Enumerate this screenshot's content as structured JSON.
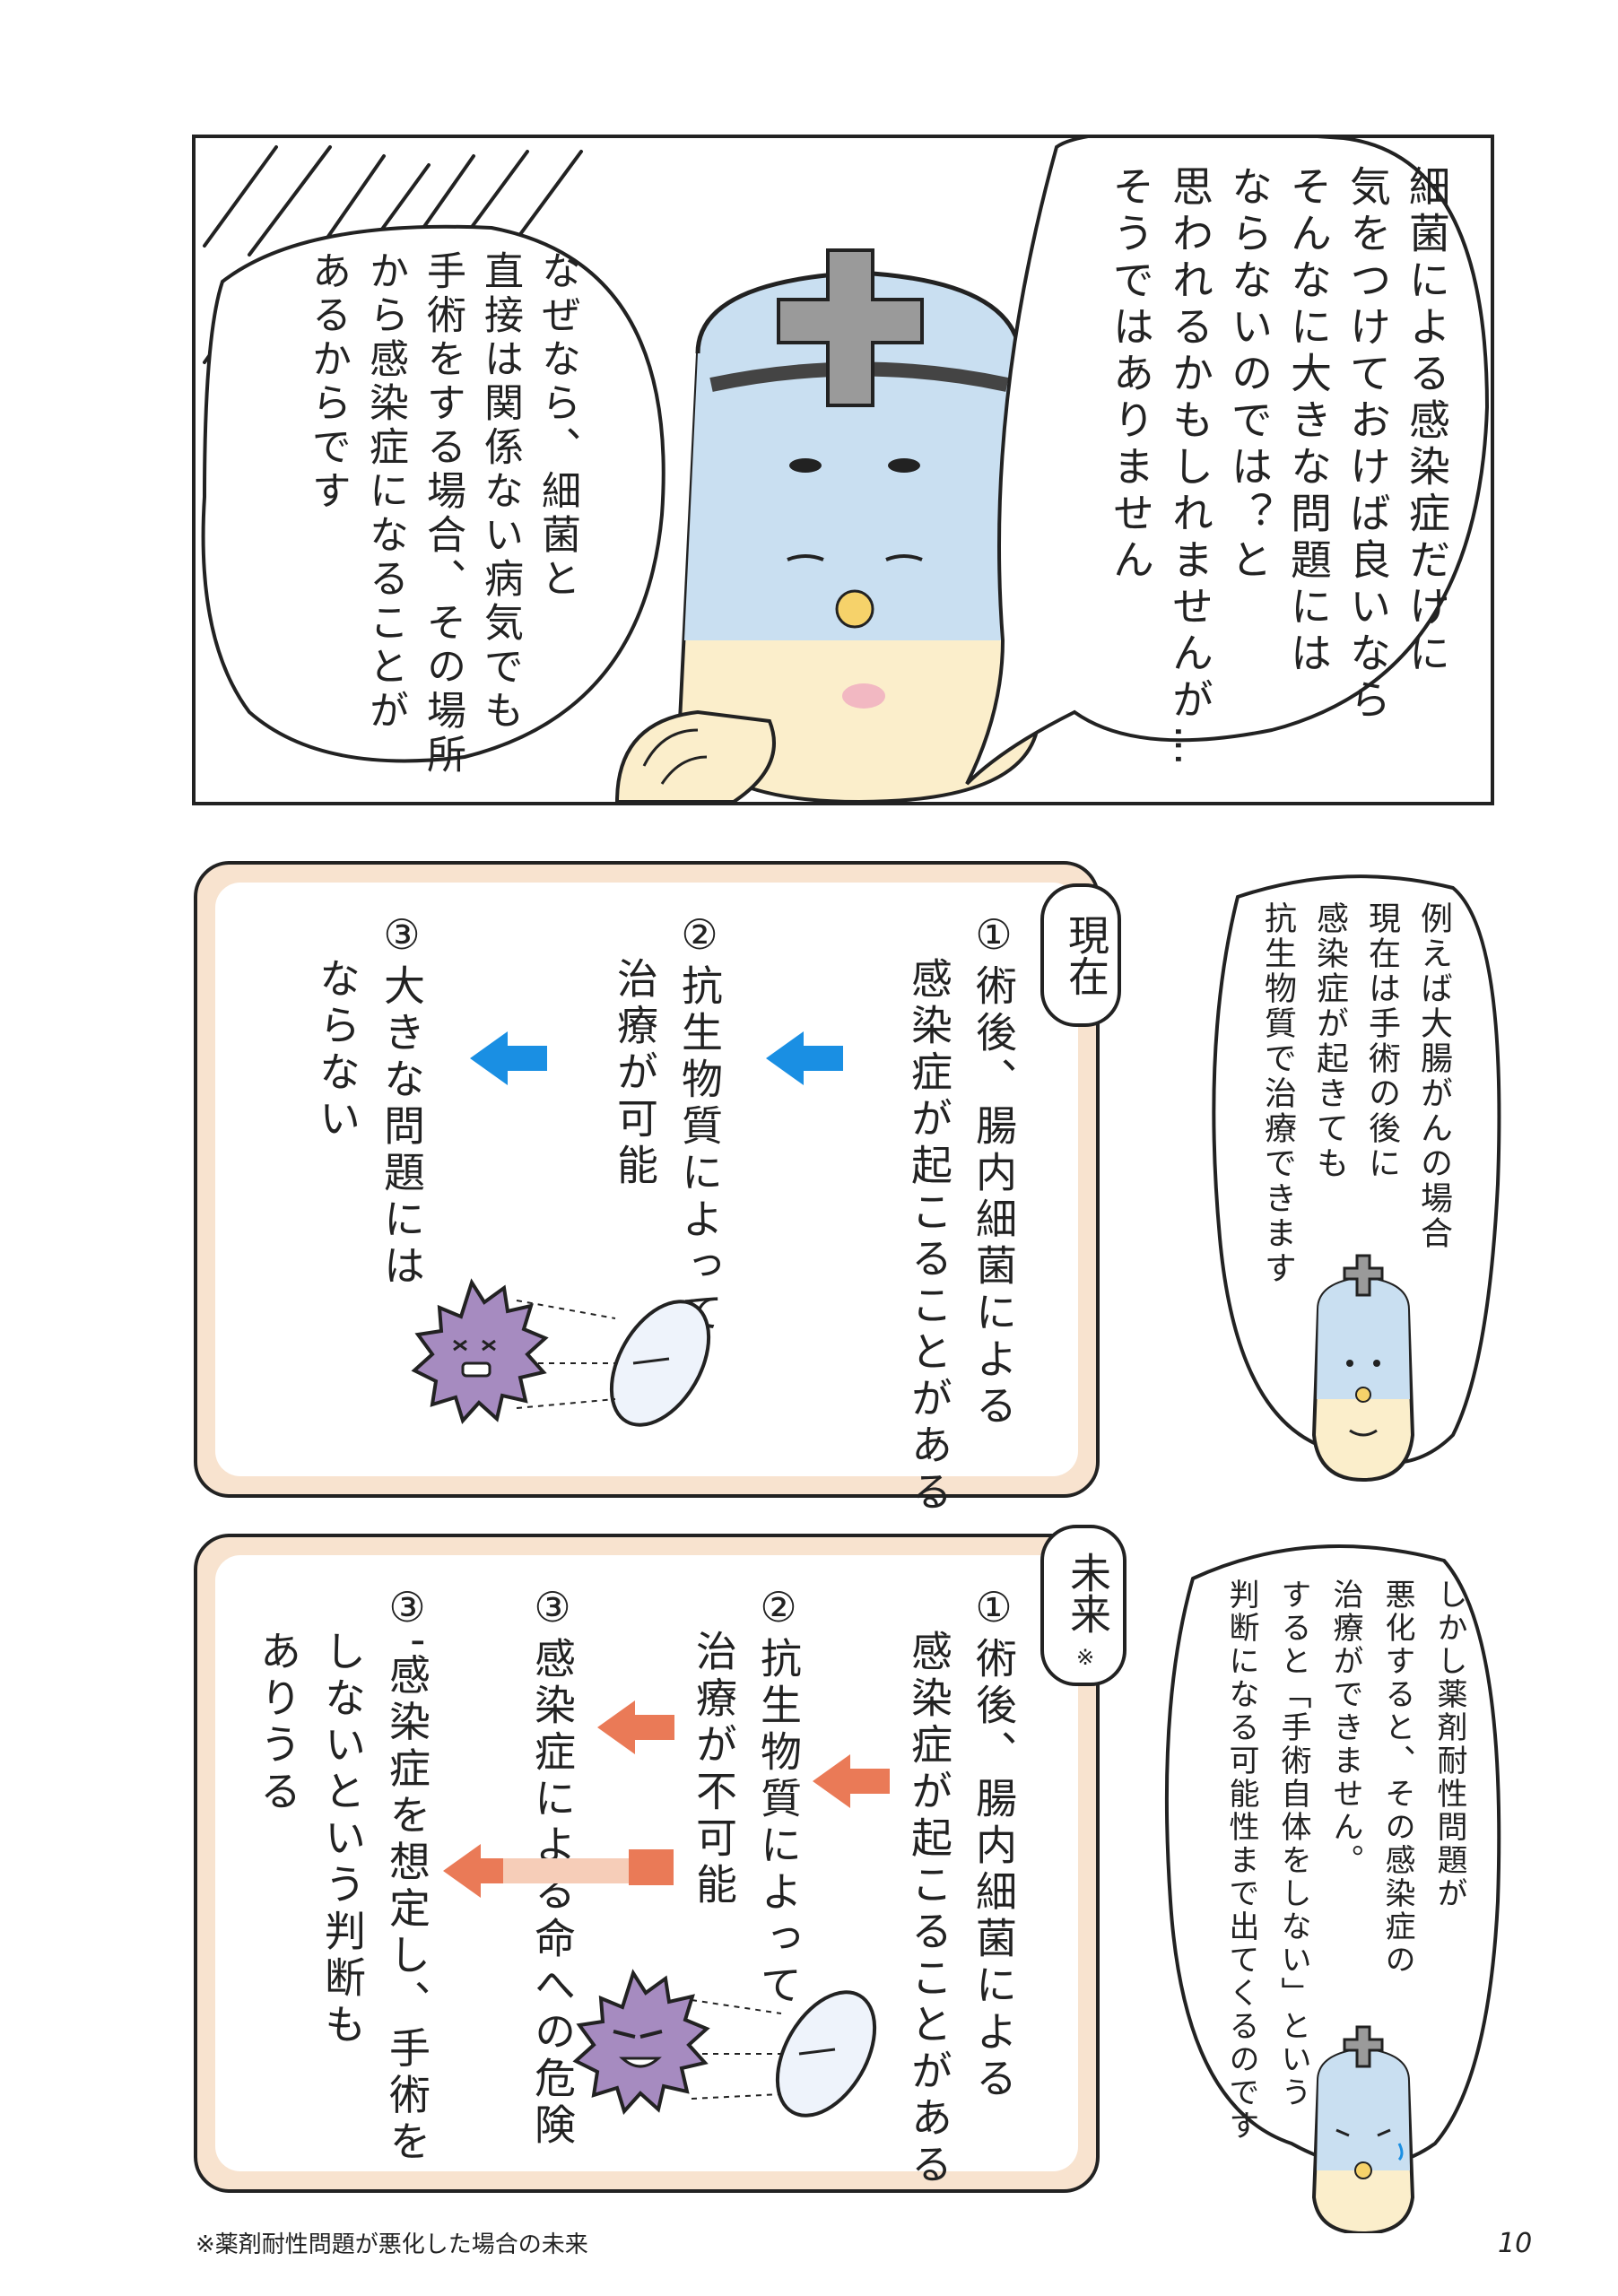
{
  "panel1": {
    "bubble_right": "細菌による感染症だけに\n気をつけておけば良いなら\nそんなに大きな問題には\nならないのでは？と\n思われるかもしれませんが…\nそうではありません",
    "bubble_left": "なぜなら、細菌と\n直接は関係ない病気でも\n手術をする場合、その場所\nから感染症になることが\nあるからです"
  },
  "panel2": {
    "tag": "現在",
    "step1": "①術後、腸内細菌による\n　感染症が起こることがある",
    "step2": "②抗生物質によって\n　治療が可能",
    "step3": "③大きな問題には\n　ならない",
    "arrow_color": "#1a8fe3",
    "bubble": "例えば大腸がんの場合\n現在は手術の後に\n感染症が起きても\n抗生物質で治療できます"
  },
  "panel3": {
    "tag": "未来",
    "tag_mark": "※",
    "step1": "①術後、腸内細菌による\n　感染症が起こることがある",
    "step2": "②抗生物質によって\n　治療が不可能",
    "step3": "③感染症による命への危険",
    "step3b": "③'感染症を想定し、手術を\n　しないという判断も\n　ありうる",
    "arrow_color": "#ea7a57",
    "bubble": "しかし薬剤耐性問題が\n悪化すると、その感染症の\n治療ができません。\nすると「手術自体をしない」という\n判断になる可能性まで出てくるのです"
  },
  "footnote": "※薬剤耐性問題が悪化した場合の未来",
  "page_number": "10"
}
